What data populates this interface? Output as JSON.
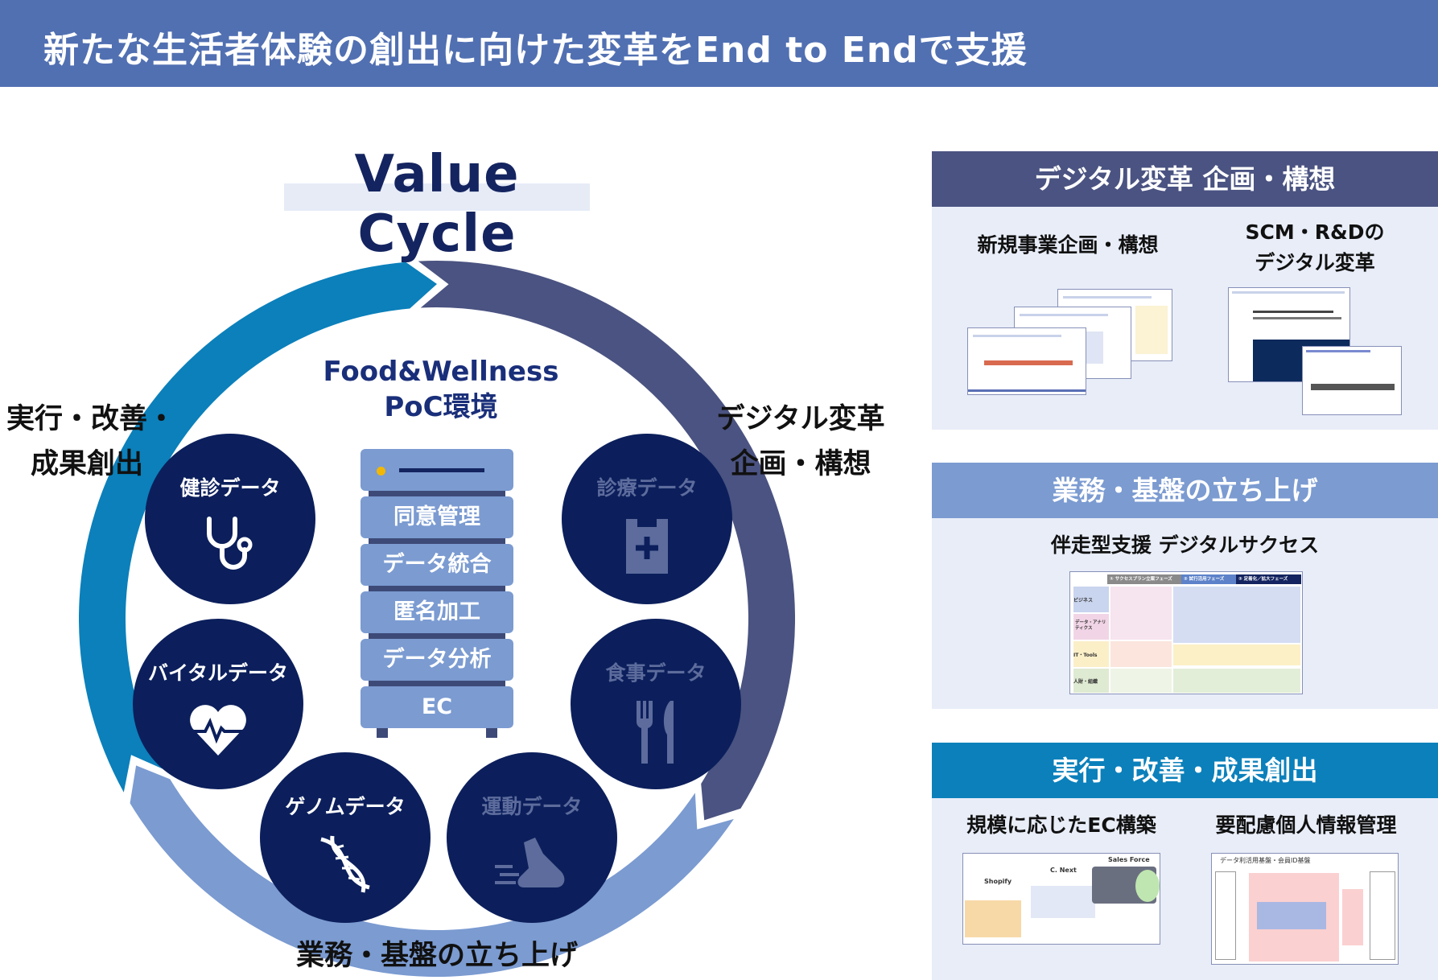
{
  "header": {
    "title": "新たな生活者体験の創出に向けた変革をEnd to Endで支援"
  },
  "cycle": {
    "title": "Value Cycle",
    "center_line1": "Food&Wellness",
    "center_line2": "PoC環境",
    "stages": {
      "execute_line1": "実行・改善・",
      "execute_line2": "成果創出",
      "digital_line1": "デジタル変革",
      "digital_line2": "企画・構想",
      "foundation": "業務・基盤の立ち上げ"
    },
    "server_layers": [
      "同意管理",
      "データ統合",
      "匿名加工",
      "データ分析",
      "EC"
    ],
    "data_circles": [
      {
        "label": "健診データ",
        "icon": "stethoscope-icon"
      },
      {
        "label": "診療データ",
        "icon": "clipboard-plus-icon"
      },
      {
        "label": "バイタルデータ",
        "icon": "heart-pulse-icon"
      },
      {
        "label": "食事データ",
        "icon": "fork-knife-icon"
      },
      {
        "label": "ゲノムデータ",
        "icon": "dna-icon"
      },
      {
        "label": "運動データ",
        "icon": "running-shoe-icon"
      }
    ]
  },
  "colors": {
    "header": "#5170b2",
    "execute": "#0b80bb",
    "digital": "#4a5381",
    "foundation": "#7b9bd1",
    "navy": "#0c1f5c",
    "panel_bg": "#e8edf8"
  },
  "panels": [
    {
      "title": "デジタル変革 企画・構想",
      "items": [
        {
          "label": "新規事業企画・構想"
        },
        {
          "label_line1": "SCM・R&Dの",
          "label_line2": "デジタル変革"
        }
      ]
    },
    {
      "title": "業務・基盤の立ち上げ",
      "items": [
        {
          "label": "伴走型支援 デジタルサクセス",
          "phases": [
            "① サクセスプラン立案フェーズ",
            "② 試行活用フェーズ",
            "③ 定着化／拡大フェーズ"
          ],
          "rows": [
            "ビジネス",
            "データ・アナリティクス",
            "IT・Tools",
            "人財・組織"
          ]
        }
      ]
    },
    {
      "title": "実行・改善・成果創出",
      "items": [
        {
          "label": "規模に応じたEC構築",
          "brands": [
            "Shopify",
            "C. Next",
            "Sales Force"
          ]
        },
        {
          "label": "要配慮個人情報管理",
          "diagram_title": "データ利活用基盤・会員ID基盤"
        }
      ]
    }
  ]
}
